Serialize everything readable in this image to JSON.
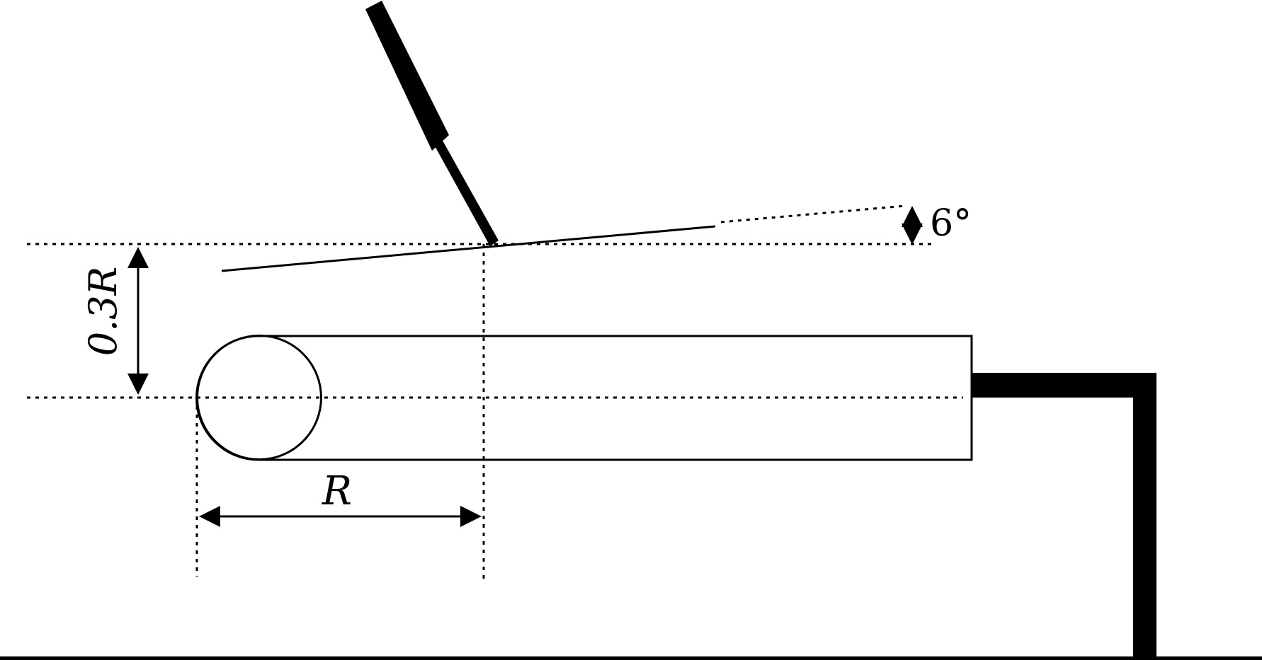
{
  "labels": {
    "angle": "6°",
    "radius": "R",
    "offset": "0.3R"
  },
  "colors": {
    "ink": "#000000",
    "background": "#ffffff"
  }
}
